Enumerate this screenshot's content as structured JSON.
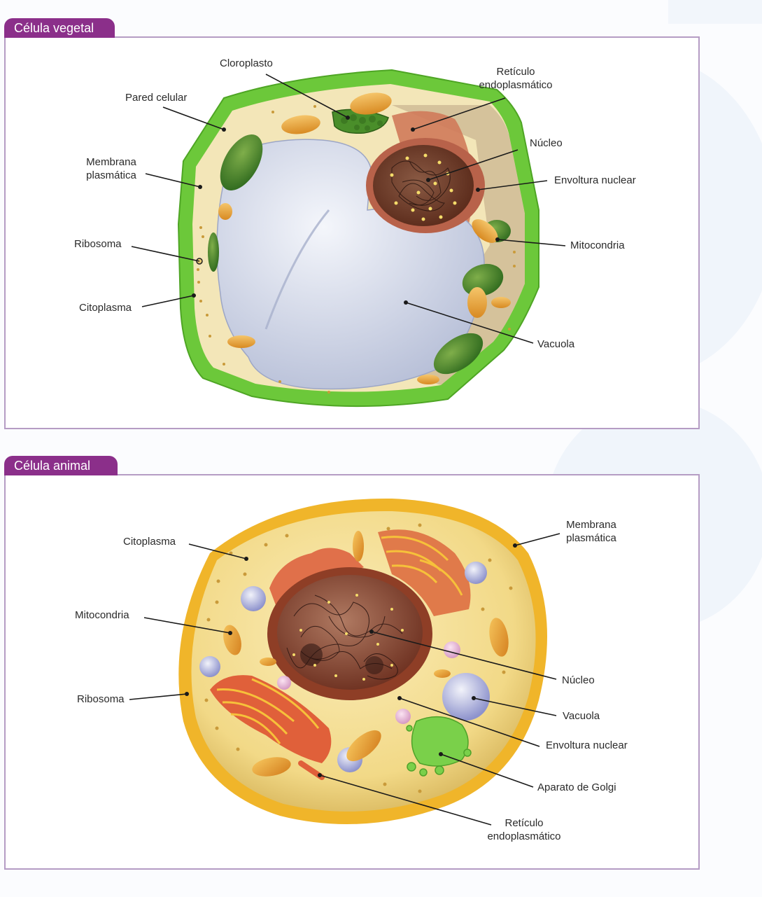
{
  "panels": {
    "plant": {
      "title": "Célula vegetal",
      "labels": {
        "cloroplasto": "Cloroplasto",
        "pared_celular": "Pared celular",
        "reticulo_l1": "Retículo",
        "reticulo_l2": "endoplasmático",
        "nucleo": "Núcleo",
        "membrana_l1": "Membrana",
        "membrana_l2": "plasmática",
        "envoltura_nuclear": "Envoltura nuclear",
        "ribosoma": "Ribosoma",
        "mitocondria": "Mitocondria",
        "citoplasma": "Citoplasma",
        "vacuola": "Vacuola"
      }
    },
    "animal": {
      "title": "Célula animal",
      "labels": {
        "citoplasma": "Citoplasma",
        "membrana_l1": "Membrana",
        "membrana_l2": "plasmática",
        "mitocondria": "Mitocondria",
        "nucleo": "Núcleo",
        "ribosoma": "Ribosoma",
        "vacuola": "Vacuola",
        "envoltura_nuclear": "Envoltura nuclear",
        "aparato_golgi": "Aparato de Golgi",
        "reticulo_l1": "Retículo",
        "reticulo_l2": "endoplasmático"
      }
    }
  },
  "colors": {
    "tab_bg": "#8b2f8a",
    "panel_border": "#b59cc4",
    "cell_wall_green": "#6cc83a",
    "vacuole_blue": "#d6dcec",
    "nucleus_brown": "#7a3a26",
    "animal_membrane": "#f2b52a",
    "animal_cytoplasm": "#f6e3a0",
    "golgi_green": "#7ad04a"
  }
}
